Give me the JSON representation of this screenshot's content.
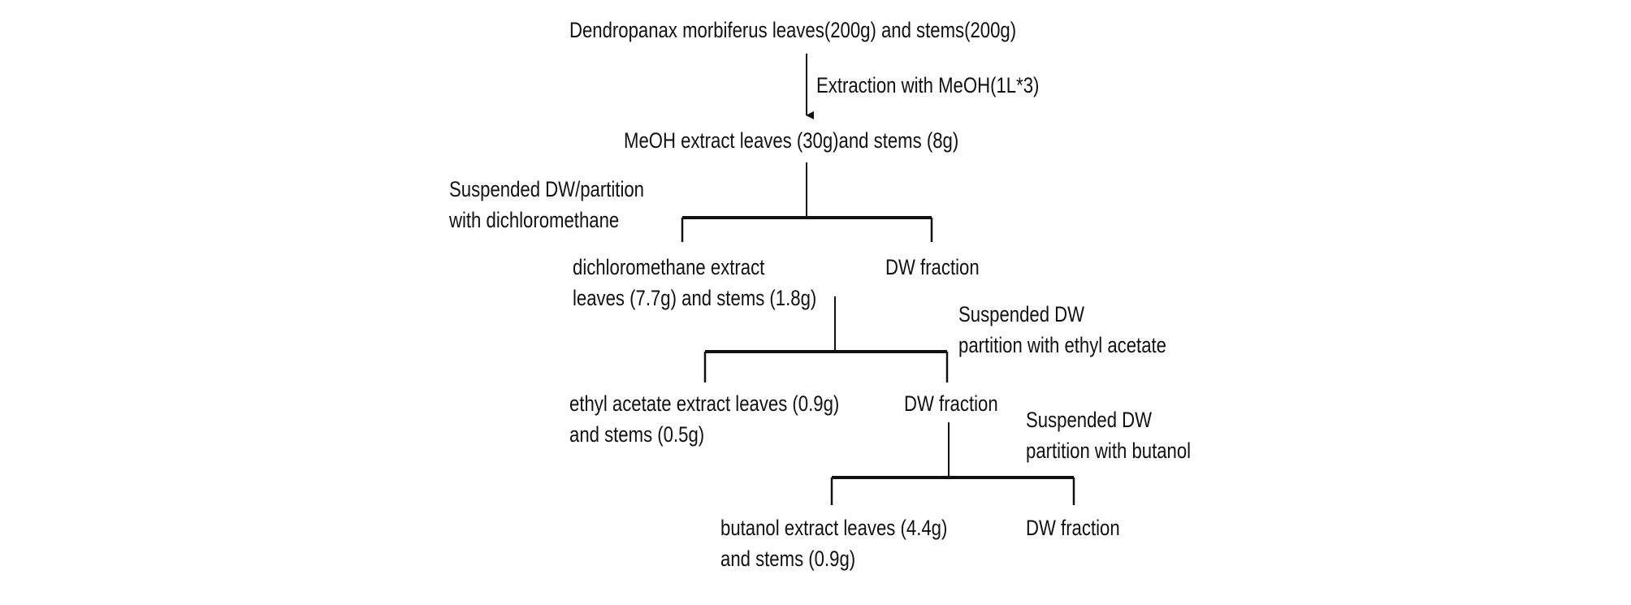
{
  "diagram": {
    "root": "Dendropanax morbiferus leaves(200g) and stems(200g)",
    "step1": "Extraction with MeOH(1L*3)",
    "meoh_extract": "MeOH extract leaves (30g)and stems (8g)",
    "step2": {
      "line1": "Suspended DW/partition",
      "line2": "with dichloromethane"
    },
    "dcm_extract": {
      "line1": "dichloromethane extract",
      "line2": "leaves (7.7g) and stems (1.8g)"
    },
    "dw_fraction_1": "DW fraction",
    "step3": {
      "line1": "Suspended DW",
      "line2": "partition with ethyl acetate"
    },
    "ea_extract": {
      "line1": "ethyl acetate extract leaves (0.9g)",
      "line2": "and stems (0.5g)"
    },
    "dw_fraction_2": "DW fraction",
    "step4": {
      "line1": "Suspended DW",
      "line2": "partition with butanol"
    },
    "butanol_extract": {
      "line1": "butanol extract leaves (4.4g)",
      "line2": "and stems (0.9g)"
    },
    "dw_fraction_3": "DW fraction"
  }
}
